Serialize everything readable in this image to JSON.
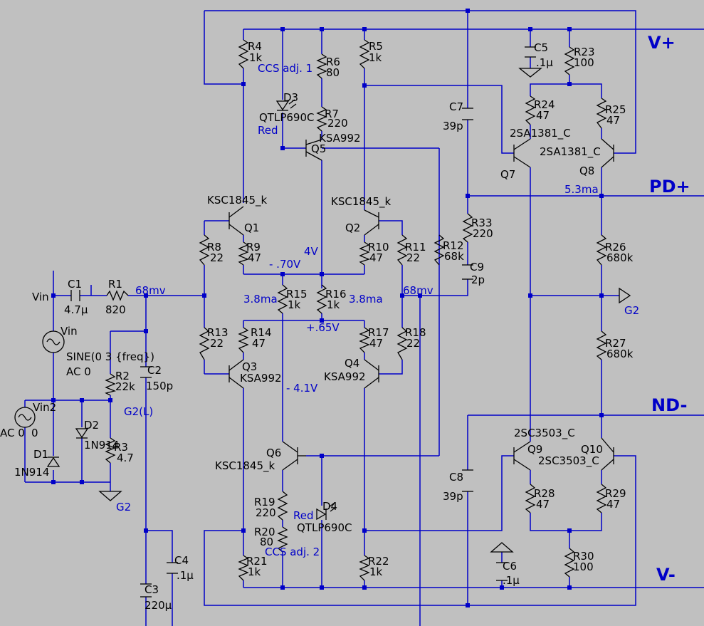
{
  "rails": {
    "v_plus": "V+",
    "v_minus": "V-",
    "pd_plus": "PD+",
    "nd_minus": "ND-"
  },
  "components": {
    "R4": {
      "ref": "R4",
      "val": "1k"
    },
    "R5": {
      "ref": "R5",
      "val": "1k"
    },
    "R6": {
      "ref": "R6",
      "val": "80"
    },
    "R7": {
      "ref": "R7",
      "val": "220"
    },
    "R8": {
      "ref": "R8",
      "val": "22"
    },
    "R9": {
      "ref": "R9",
      "val": "47"
    },
    "R10": {
      "ref": "R10",
      "val": "47"
    },
    "R11": {
      "ref": "R11",
      "val": "22"
    },
    "R12": {
      "ref": "R12",
      "val": "68k"
    },
    "R13": {
      "ref": "R13",
      "val": "22"
    },
    "R14": {
      "ref": "R14",
      "val": "47"
    },
    "R15": {
      "ref": "R15",
      "val": "1k"
    },
    "R16": {
      "ref": "R16",
      "val": "1k"
    },
    "R17": {
      "ref": "R17",
      "val": "47"
    },
    "R18": {
      "ref": "R18",
      "val": "22"
    },
    "R19": {
      "ref": "R19",
      "val": "220"
    },
    "R20": {
      "ref": "R20",
      "val": "80"
    },
    "R21": {
      "ref": "R21",
      "val": "1k"
    },
    "R22": {
      "ref": "R22",
      "val": "1k"
    },
    "R23": {
      "ref": "R23",
      "val": "100"
    },
    "R24": {
      "ref": "R24",
      "val": "47"
    },
    "R25": {
      "ref": "R25",
      "val": "47"
    },
    "R26": {
      "ref": "R26",
      "val": "680k"
    },
    "R27": {
      "ref": "R27",
      "val": "680k"
    },
    "R28": {
      "ref": "R28",
      "val": "47"
    },
    "R29": {
      "ref": "R29",
      "val": "47"
    },
    "R30": {
      "ref": "R30",
      "val": "100"
    },
    "R33": {
      "ref": "R33",
      "val": "220"
    },
    "R1": {
      "ref": "R1",
      "val": "820"
    },
    "R2": {
      "ref": "R2",
      "val": "22k"
    },
    "R3": {
      "ref": "R3",
      "val": "4.7"
    },
    "C1": {
      "ref": "C1",
      "val": "4.7µ"
    },
    "C2": {
      "ref": "C2",
      "val": "150p"
    },
    "C3": {
      "ref": "C3",
      "val": "220µ"
    },
    "C4": {
      "ref": "C4",
      "val": ".1µ"
    },
    "C5": {
      "ref": "C5",
      "val": ".1µ"
    },
    "C6": {
      "ref": "C6",
      "val": ".1µ"
    },
    "C7": {
      "ref": "C7",
      "val": "39p"
    },
    "C8": {
      "ref": "C8",
      "val": "39p"
    },
    "C9": {
      "ref": "C9",
      "val": "2p"
    },
    "Q1": {
      "ref": "Q1",
      "val": "KSC1845_k"
    },
    "Q2": {
      "ref": "Q2",
      "val": "KSC1845_k"
    },
    "Q3": {
      "ref": "Q3",
      "val": "KSA992"
    },
    "Q4": {
      "ref": "Q4",
      "val": "KSA992"
    },
    "Q5": {
      "ref": "Q5",
      "val": "KSA992"
    },
    "Q6": {
      "ref": "Q6",
      "val": "KSC1845_k"
    },
    "Q7": {
      "ref": "Q7",
      "val": "2SA1381_C"
    },
    "Q8": {
      "ref": "Q8",
      "val": "2SA1381_C"
    },
    "Q9": {
      "ref": "Q9",
      "val": "2SC3503_C"
    },
    "Q10": {
      "ref": "Q10",
      "val": "2SC3503_C"
    },
    "D1": {
      "ref": "D1",
      "val": "1N914"
    },
    "D2": {
      "ref": "D2",
      "val": "1N914"
    },
    "D3": {
      "ref": "D3",
      "val": "QTLP690C",
      "color": "Red"
    },
    "D4": {
      "ref": "D4",
      "val": "QTLP690C",
      "color": "Red"
    }
  },
  "sources": {
    "vin": "Vin",
    "vin_sine": "SINE(0 3 {freq})",
    "vin_ac": "AC 0",
    "vin2": "Vin2",
    "vin2_ac": "AC 0",
    "vin2_dc": "0"
  },
  "net_labels": {
    "vin_node": "Vin",
    "g2": "G2",
    "g2_left": "G2",
    "g2l": "G2(L)"
  },
  "annotations": {
    "ccs1": "CCS adj. 1",
    "ccs2": "CCS adj. 2",
    "v_070": "- .70V",
    "v_4": "4V",
    "i_38_left": "3.8ma",
    "i_38_right": "3.8ma",
    "v_065": "+.65V",
    "v_41": "- 4.1V",
    "mv_68_left": "68mv",
    "mv_68_right": "68mv",
    "i_53": "5.3ma"
  },
  "colors": {
    "wire": "#0000c8",
    "background": "#c0c0c0",
    "component": "#000000"
  }
}
